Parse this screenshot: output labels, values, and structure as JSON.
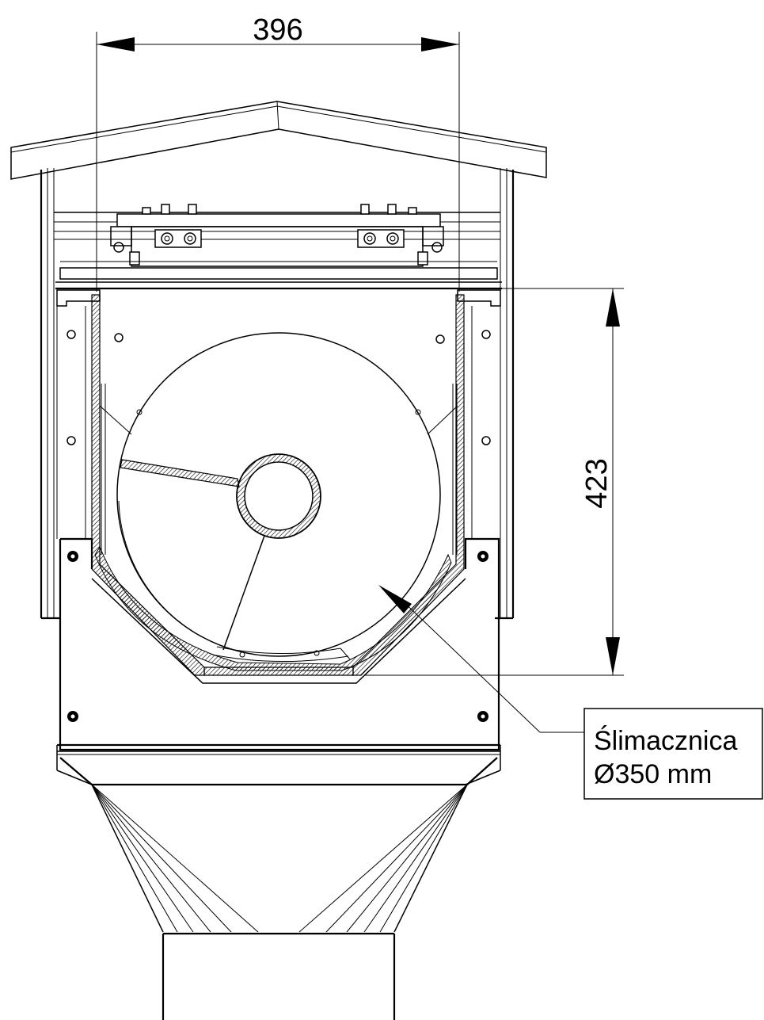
{
  "dimensions": {
    "width_label": "396",
    "height_label": "423"
  },
  "callout": {
    "line1": "Ślimacznica",
    "line2": "Ø350 mm"
  },
  "colors": {
    "line": "#000000",
    "background": "#ffffff"
  }
}
